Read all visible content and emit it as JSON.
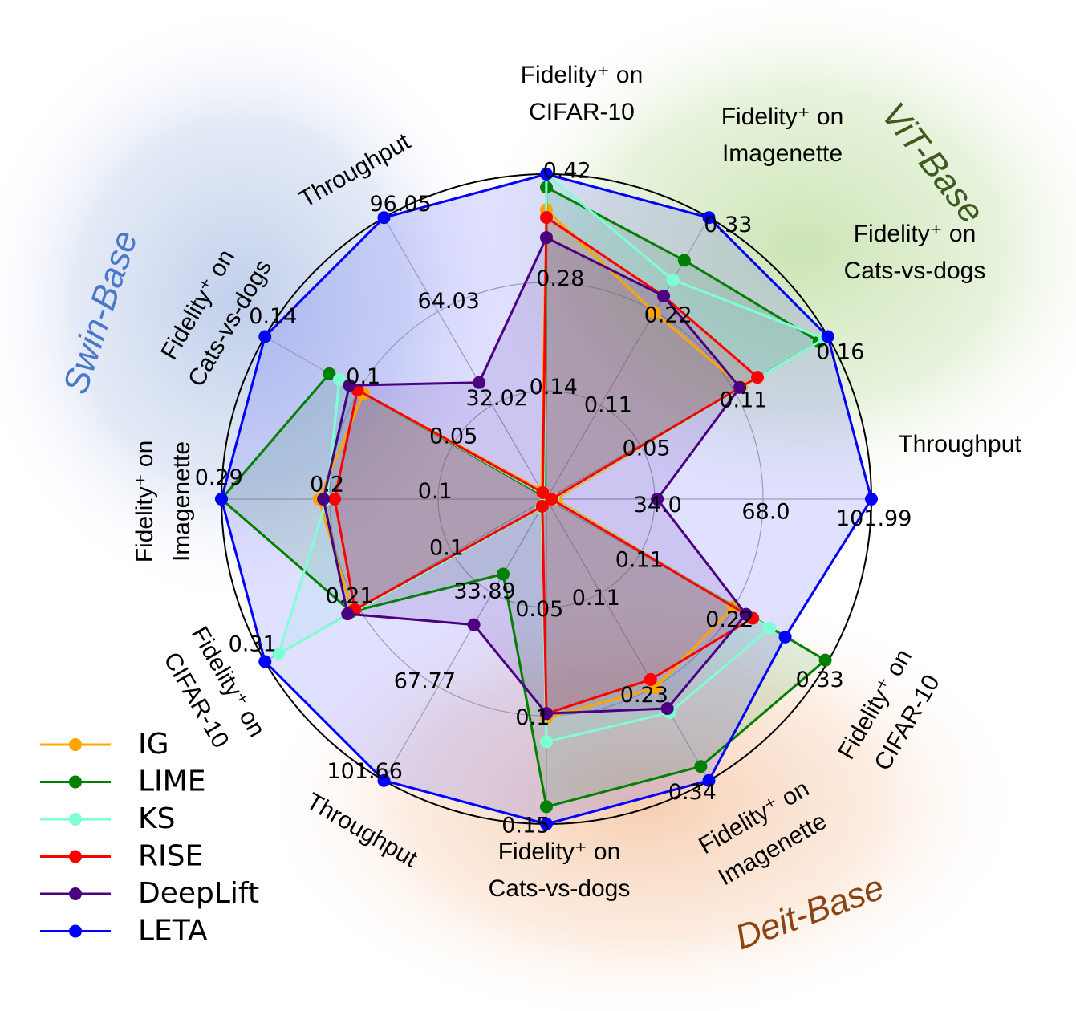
{
  "chart_data": {
    "type": "radar",
    "axes": [
      {
        "id": "vit_cifar",
        "label": [
          "Fidelity⁺ on",
          "CIFAR-10"
        ],
        "ticks": [
          "0.14",
          "0.28",
          "0.42"
        ],
        "max": 0.42
      },
      {
        "id": "vit_imagenette",
        "label": [
          "Fidelity⁺ on",
          "Imagenette"
        ],
        "ticks": [
          "0.11",
          "0.22",
          "0.33"
        ],
        "max": 0.33
      },
      {
        "id": "vit_cats",
        "label": [
          "Fidelity⁺ on",
          "Cats-vs-dogs"
        ],
        "ticks": [
          "0.05",
          "0.11",
          "0.16"
        ],
        "max": 0.16
      },
      {
        "id": "vit_throughput",
        "label": [
          "Throughput"
        ],
        "ticks": [
          "34.0",
          "68.0",
          "101.99"
        ],
        "max": 101.99
      },
      {
        "id": "deit_cifar",
        "label": [
          "Fidelity⁺ on",
          "CIFAR-10"
        ],
        "ticks": [
          "0.11",
          "0.22",
          "0.33"
        ],
        "max": 0.33
      },
      {
        "id": "deit_imagenette",
        "label": [
          "Fidelity⁺ on",
          "Imagenette"
        ],
        "ticks": [
          "0.11",
          "0.23",
          "0.34"
        ],
        "max": 0.34
      },
      {
        "id": "deit_cats",
        "label": [
          "Fidelity⁺ on",
          "Cats-vs-dogs"
        ],
        "ticks": [
          "0.05",
          "0.1",
          "0.15"
        ],
        "max": 0.15
      },
      {
        "id": "deit_throughput",
        "label": [
          "Throughput"
        ],
        "ticks": [
          "33.89",
          "67.77",
          "101.66"
        ],
        "max": 101.66
      },
      {
        "id": "swin_cifar",
        "label": [
          "Fidelity⁺ on",
          "CIFAR-10"
        ],
        "ticks": [
          "0.1",
          "0.21",
          "0.31"
        ],
        "max": 0.31
      },
      {
        "id": "swin_imagenette",
        "label": [
          "Fidelity⁺ on",
          "Imagenette"
        ],
        "ticks": [
          "0.1",
          "0.2",
          "0.29"
        ],
        "max": 0.29
      },
      {
        "id": "swin_cats",
        "label": [
          "Fidelity⁺ on",
          "Cats-vs-dogs"
        ],
        "ticks": [
          "0.05",
          "0.1",
          "0.14"
        ],
        "max": 0.14
      },
      {
        "id": "swin_throughput",
        "label": [
          "Throughput"
        ],
        "ticks": [
          "32.02",
          "64.03",
          "96.05"
        ],
        "max": 96.05
      }
    ],
    "groups": [
      {
        "name": "ViT-Base",
        "color": "#3e5a1e"
      },
      {
        "name": "Deit-Base",
        "color": "#8b4513"
      },
      {
        "name": "Swin-Base",
        "color": "#4a78c8"
      }
    ],
    "series": [
      {
        "name": "IG",
        "color": "#ffa500",
        "values": [
          0.374,
          0.219,
          0.111,
          2.8,
          0.219,
          0.228,
          0.101,
          3.3,
          0.214,
          0.203,
          0.091,
          2.9
        ]
      },
      {
        "name": "LIME",
        "color": "#008000",
        "values": [
          0.403,
          0.28,
          0.155,
          1.8,
          0.327,
          0.323,
          0.142,
          27.1,
          0.215,
          0.29,
          0.108,
          0.9
        ]
      },
      {
        "name": "KS",
        "color": "#7fffd4",
        "values": [
          0.42,
          0.257,
          0.158,
          2.0,
          0.262,
          0.258,
          0.112,
          3.1,
          0.295,
          0.196,
          0.103,
          1.5
        ]
      },
      {
        "name": "RISE",
        "color": "#ff0000",
        "values": [
          0.364,
          0.238,
          0.12,
          1.6,
          0.242,
          0.218,
          0.099,
          2.6,
          0.211,
          0.189,
          0.094,
          2.2
        ]
      },
      {
        "name": "DeepLift",
        "color": "#4b0082",
        "values": [
          0.338,
          0.238,
          0.11,
          34.8,
          0.234,
          0.253,
          0.099,
          45.4,
          0.219,
          0.199,
          0.098,
          39.8
        ]
      },
      {
        "name": "LETA",
        "color": "#0000ff",
        "values": [
          0.42,
          0.33,
          0.16,
          101.99,
          0.28,
          0.34,
          0.15,
          101.66,
          0.31,
          0.29,
          0.14,
          96.05
        ]
      }
    ],
    "legend": "bottom-left"
  }
}
